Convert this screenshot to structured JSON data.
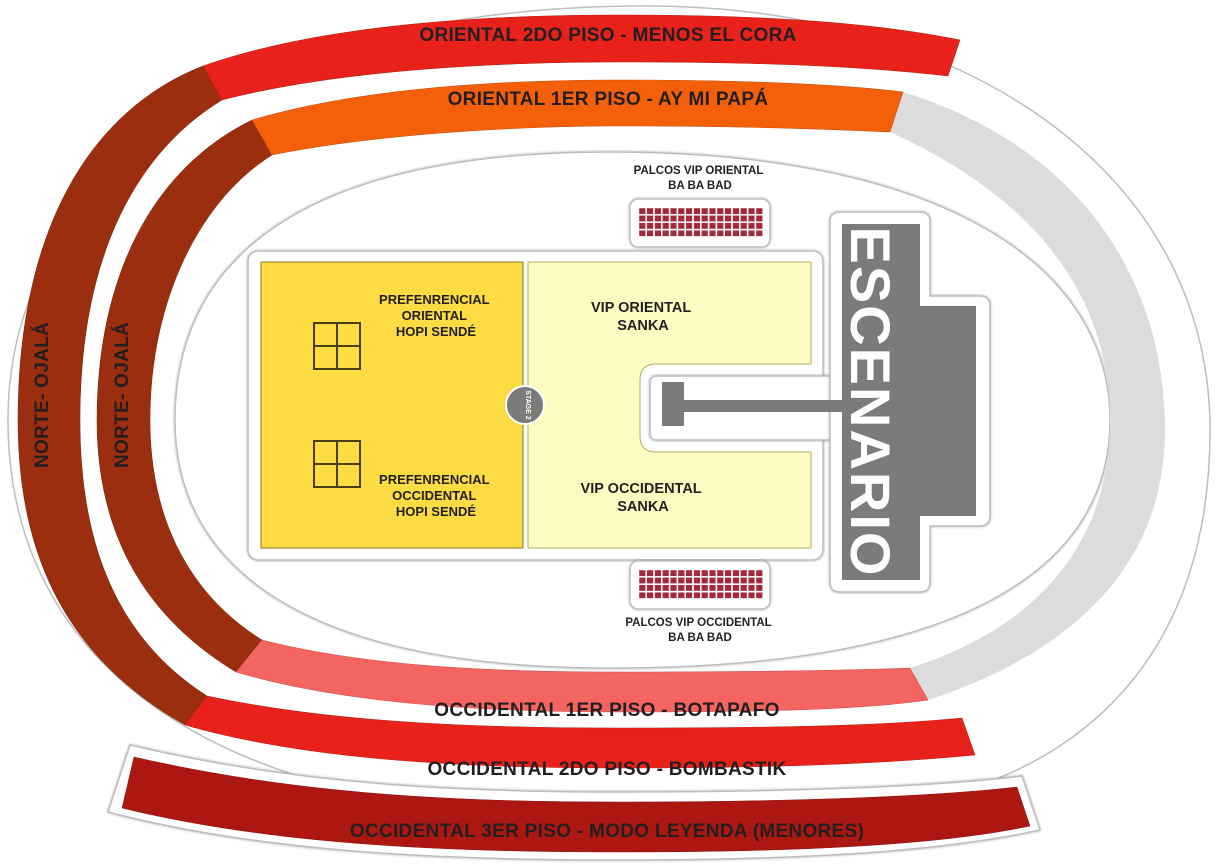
{
  "colors": {
    "norte": "#9a2e0f",
    "oriental_2do": "#e8221a",
    "oriental_1er": "#f4600a",
    "occidental_1er": "#f46461",
    "occidental_2do": "#e8221a",
    "occidental_3er": "#ad1711",
    "preferencial": "#fddc43",
    "vip": "#fefbc2",
    "escenario": "#7b7c7a",
    "sur_empty": "#dcdcdc",
    "palco_seat": "#a32a3c"
  },
  "zones": {
    "oriental_2do": "ORIENTAL 2DO PISO - MENOS EL CORA",
    "oriental_1er": "ORIENTAL 1ER PISO - AY MI PAPÁ",
    "occidental_1er": "OCCIDENTAL 1ER PISO - BOTAPAFO",
    "occidental_2do": "OCCIDENTAL 2DO PISO - BOMBASTIK",
    "occidental_3er": "OCCIDENTAL 3ER PISO - MODO LEYENDA (MENORES)",
    "norte_outer": "NORTE- OJALÁ",
    "norte_inner": "NORTE- OJALÁ"
  },
  "areas": {
    "pref_oriental": [
      "PREFENRENCIAL",
      "ORIENTAL",
      "HOPI SENDÉ"
    ],
    "pref_occidental": [
      "PREFENRENCIAL",
      "OCCIDENTAL",
      "HOPI SENDÉ"
    ],
    "vip_oriental": [
      "VIP ORIENTAL",
      "SANKA"
    ],
    "vip_occidental": [
      "VIP OCCIDENTAL",
      "SANKA"
    ],
    "palcos_oriental": [
      "PALCOS VIP ORIENTAL",
      "BA BA BAD"
    ],
    "palcos_occidental": [
      "PALCOS VIP OCCIDENTAL",
      "BA BA BAD"
    ],
    "escenario": "ESCENARIO",
    "stage2": "STAGE 2"
  }
}
